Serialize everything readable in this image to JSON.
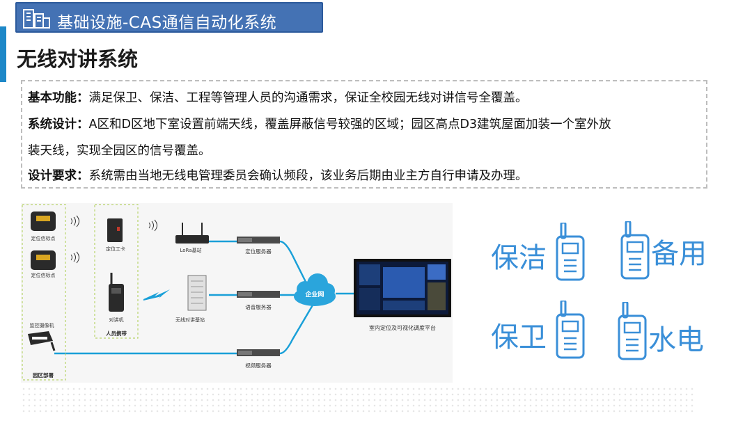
{
  "header": {
    "title": "基础设施-CAS通信自动化系统"
  },
  "subtitle": "无线对讲系统",
  "description": {
    "line1_label": "基本功能：",
    "line1_text": "满足保卫、保洁、工程等管理人员的沟通需求，保证全校园无线对讲信号全覆盖。",
    "line2_label": "系统设计：",
    "line2_text": "A区和D区地下室设置前端天线，覆盖屏蔽信号较强的区域；园区高点D3建筑屋面加装一个室外放",
    "line3_text": "装天线，实现全园区的信号覆盖。",
    "line4_label": "设计要求：",
    "line4_text": "系统需由当地无线电管理委员会确认频段，该业务后期由业主方自行申请及办理。"
  },
  "diagram": {
    "beacon1": "定位信标点",
    "beacon2": "定位信标点",
    "camera": "监控摄像机",
    "park_deploy": "园区部署",
    "id_card": "定位工卡",
    "walkie": "对讲机",
    "personnel": "人员携带",
    "lora": "LoRa基站",
    "wireless_station": "无线对讲基站",
    "locate_server": "定位服务器",
    "voice_server": "语音服务器",
    "video_server": "视频服务器",
    "cloud": "企业网",
    "platform": "室内定位及可视化调度平台"
  },
  "roles": [
    {
      "label": "保洁"
    },
    {
      "label": "备用"
    },
    {
      "label": "保卫"
    },
    {
      "label": "水电"
    }
  ],
  "colors": {
    "accent": "#4472b4",
    "line": "#1aa0d8",
    "role_text": "#3a8fd8",
    "left_bar": "#1e88c8"
  }
}
